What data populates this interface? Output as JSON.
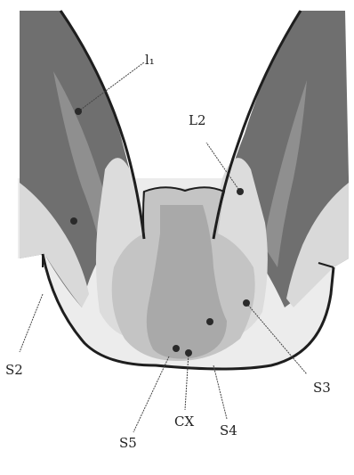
{
  "labels": {
    "l1": "l₁",
    "l2": "L2",
    "s2": "S2",
    "s3": "S3",
    "s5": "S5",
    "s4": "S4",
    "cx": "CX"
  },
  "colors": {
    "dark_region": "#6f6f6f",
    "mid_region": "#9f9f9f",
    "light_region": "#d9d9d9",
    "pale_region": "#ececec",
    "center_region": "#b4b4b4",
    "outline": "#1e1e1e",
    "leader": "#444444",
    "dot": "#2a2a2a"
  }
}
